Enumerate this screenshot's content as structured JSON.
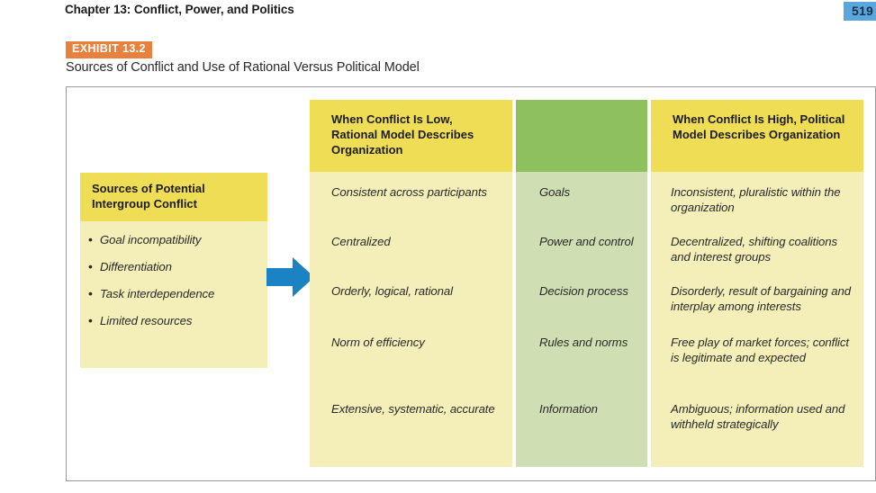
{
  "page": {
    "chapter_title": "Chapter 13: Conflict, Power, and Politics",
    "page_number": "519"
  },
  "exhibit": {
    "badge": "EXHIBIT 13.2",
    "caption": "Sources of Conflict and Use of Rational Versus Political Model"
  },
  "sources_box": {
    "title": "Sources of Potential Intergroup Conflict",
    "items": [
      "Goal incompatibility",
      "Differentiation",
      "Task interdependence",
      "Limited resources"
    ]
  },
  "arrow": {
    "icon": "right-arrow-icon",
    "color": "#1b82c3"
  },
  "table": {
    "headers": {
      "rational": "When Conflict Is Low, Rational Model Describes Organization",
      "dimension": "",
      "political": "When Conflict Is High, Political Model Describes Organization"
    },
    "rows": [
      {
        "dimension": "Goals",
        "rational": "Consistent across participants",
        "political": " Inconsistent, pluralistic within the organization"
      },
      {
        "dimension": "Power and control",
        "rational": "Centralized",
        "political": "Decentralized, shifting coalitions and interest groups"
      },
      {
        "dimension": "Decision process",
        "rational": "Orderly, logical, rational",
        "political": "Disorderly, result of bargaining and interplay among interests"
      },
      {
        "dimension": "Rules and norms",
        "rational": "Norm of efficiency",
        "political": "Free play of market forces; conflict is legitimate and expected"
      },
      {
        "dimension": "Information",
        "rational": "Extensive, systematic, accurate",
        "political": "Ambiguous; information used and withheld strategically"
      }
    ]
  },
  "colors": {
    "header_yellow": "#f0dd56",
    "body_yellow": "#f4eeb8",
    "header_green": "#8fc05e",
    "body_green": "#cfdfb3",
    "badge_orange": "#e8813d",
    "page_badge_blue": "#5aa7dd"
  }
}
